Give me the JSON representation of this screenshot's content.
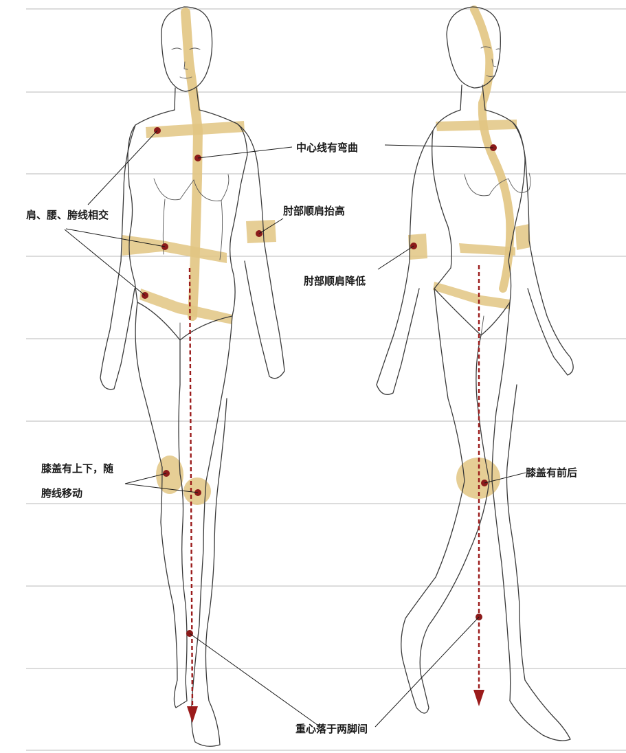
{
  "labels": {
    "center_line_curved": "中心线有弯曲",
    "shoulder_waist_hip_cross": "肩、腰、胯线相交",
    "elbow_raised": "肘部顺肩抬高",
    "elbow_lowered": "肘部顺肩降低",
    "knee_up_down_line1": "膝盖有上下，随",
    "knee_up_down_line2": "胯线移动",
    "knee_front_back": "膝盖有前后",
    "center_of_gravity": "重心落于两脚间"
  },
  "colors": {
    "band": "#e2c582",
    "dot": "#8b1a1a",
    "gravity_line": "#9b1b1b",
    "guide_line": "#b8b8b8"
  }
}
